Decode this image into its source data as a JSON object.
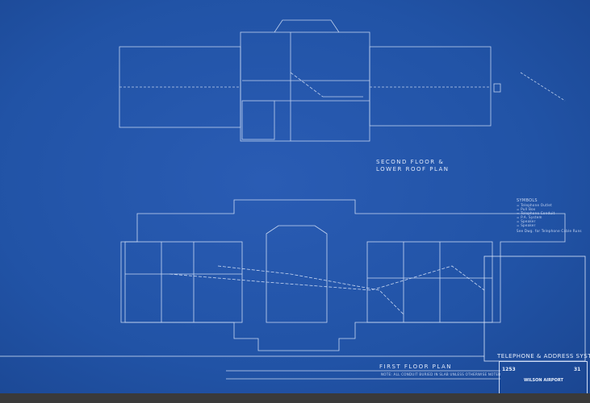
{
  "colors": {
    "paper": "#2153a6",
    "lines": "#dbe6fa",
    "edge": "#3a3a3a"
  },
  "drawing": {
    "second_floor_title_1": "SECOND FLOOR &",
    "second_floor_title_2": "LOWER ROOF PLAN",
    "first_floor_title": "FIRST FLOOR PLAN",
    "first_floor_note": "NOTE: ALL CONDUIT BURIED IN SLAB UNLESS OTHERWISE NOTED",
    "symbols_title": "SYMBOLS",
    "symbols": [
      "= Telephone Outlet",
      "= Pull Box",
      "= Telephone Conduit",
      "= P.A. System",
      "= Speaker",
      "= Speaker"
    ],
    "symbols_note": "See Dwg. for Telephone Cable Runs"
  },
  "title_block": {
    "title": "TELEPHONE & ADDRESS SYSTEM",
    "project": "WILSON AIRPORT",
    "drawing_number": "1253",
    "sheet_number": "31"
  }
}
